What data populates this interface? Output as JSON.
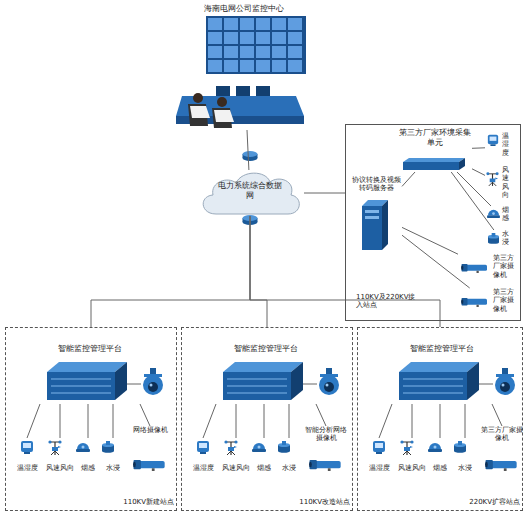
{
  "diagram": {
    "nodes": [
      {
        "text": [
          "海南电网公司监控中心"
        ]
      },
      {
        "text": [
          "电力系统综合数据网"
        ]
      },
      {
        "text": [
          "110KV及220KV接入站点"
        ]
      },
      {
        "text": [
          "第三方厂家环境采集单元"
        ],
        "in": 2
      },
      {
        "text": [
          "协议转换及视频转码服务器"
        ],
        "in": 2
      },
      {
        "text": [
          "温湿度"
        ],
        "in": 2
      },
      {
        "text": [
          "风速风向"
        ],
        "in": 2
      },
      {
        "text": [
          "烟感"
        ],
        "in": 2
      },
      {
        "text": [
          "水浸"
        ],
        "in": 2
      },
      {
        "text": [
          "第三方厂家摄像机"
        ],
        "in": 2
      },
      {
        "text": [
          "第三方厂家摄像机"
        ],
        "in": 2
      },
      {
        "text": [
          "110KV新建站点"
        ]
      },
      {
        "text": [
          "智能监控管理平台"
        ],
        "in": 11
      },
      {
        "text": [
          "温湿度"
        ],
        "in": 11
      },
      {
        "text": [
          "风速风向"
        ],
        "in": 11
      },
      {
        "text": [
          "烟感"
        ],
        "in": 11
      },
      {
        "text": [
          "水浸"
        ],
        "in": 11
      },
      {
        "text": [
          "网络摄像机"
        ],
        "in": 11
      },
      {
        "text": [
          "110KV改造站点"
        ]
      },
      {
        "text": [
          "智能监控管理平台"
        ],
        "in": 18
      },
      {
        "text": [
          "温湿度"
        ],
        "in": 18
      },
      {
        "text": [
          "风速风向"
        ],
        "in": 18
      },
      {
        "text": [
          "烟感"
        ],
        "in": 18
      },
      {
        "text": [
          "水浸"
        ],
        "in": 18
      },
      {
        "text": [
          "智能分析网络摄像机"
        ],
        "in": 18
      },
      {
        "text": [
          "220KV扩容站点"
        ]
      },
      {
        "text": [
          "智能监控管理平台"
        ],
        "in": 25
      },
      {
        "text": [
          "温湿度"
        ],
        "in": 25
      },
      {
        "text": [
          "风速风向"
        ],
        "in": 25
      },
      {
        "text": [
          "烟感"
        ],
        "in": 25
      },
      {
        "text": [
          "水浸"
        ],
        "in": 25
      },
      {
        "text": [
          "第三方厂家摄像机"
        ],
        "in": 25
      }
    ],
    "edges": [
      {
        "from": 0,
        "to": 1,
        "arrow": "none"
      },
      {
        "from": 1,
        "to": 2,
        "arrow": "none"
      },
      {
        "from": 1,
        "to": 11,
        "arrow": "none"
      },
      {
        "from": 1,
        "to": 18,
        "arrow": "none"
      },
      {
        "from": 1,
        "to": 25,
        "arrow": "none"
      },
      {
        "from": 4,
        "to": 3,
        "arrow": "none"
      },
      {
        "from": 3,
        "to": 5,
        "arrow": "none"
      },
      {
        "from": 3,
        "to": 6,
        "arrow": "none"
      },
      {
        "from": 3,
        "to": 7,
        "arrow": "none"
      },
      {
        "from": 3,
        "to": 8,
        "arrow": "none"
      },
      {
        "from": 4,
        "to": 9,
        "arrow": "none"
      },
      {
        "from": 4,
        "to": 10,
        "arrow": "none"
      },
      {
        "from": 12,
        "to": 13,
        "arrow": "none"
      },
      {
        "from": 12,
        "to": 14,
        "arrow": "none"
      },
      {
        "from": 12,
        "to": 15,
        "arrow": "none"
      },
      {
        "from": 12,
        "to": 16,
        "arrow": "none"
      },
      {
        "from": 12,
        "to": 17,
        "arrow": "none"
      },
      {
        "from": 19,
        "to": 20,
        "arrow": "none"
      },
      {
        "from": 19,
        "to": 21,
        "arrow": "none"
      },
      {
        "from": 19,
        "to": 22,
        "arrow": "none"
      },
      {
        "from": 19,
        "to": 23,
        "arrow": "none"
      },
      {
        "from": 19,
        "to": 24,
        "arrow": "none"
      },
      {
        "from": 26,
        "to": 27,
        "arrow": "none"
      },
      {
        "from": 26,
        "to": 28,
        "arrow": "none"
      },
      {
        "from": 26,
        "to": 29,
        "arrow": "none"
      },
      {
        "from": 26,
        "to": 30,
        "arrow": "none"
      },
      {
        "from": 26,
        "to": 31,
        "arrow": "none"
      }
    ]
  }
}
